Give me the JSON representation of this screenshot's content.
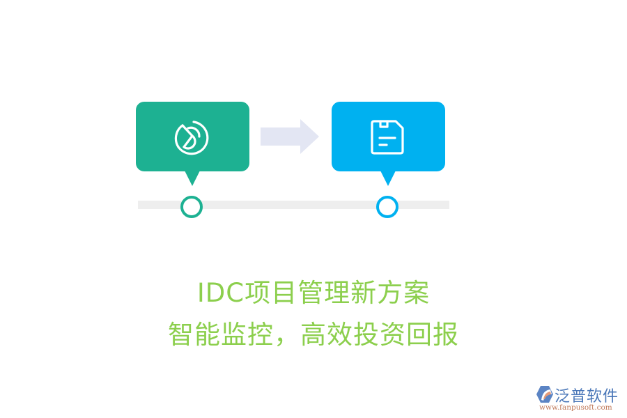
{
  "flow": {
    "steps": [
      {
        "icon": "chart-pie-icon",
        "color": "#1db192"
      },
      {
        "icon": "floppy-disk-icon",
        "color": "#00b1f0"
      }
    ],
    "arrow_color": "#e3e6f3",
    "track_color": "#eeeeee"
  },
  "headline": {
    "line1": "IDC项目管理新方案",
    "line2": "智能监控，高效投资回报",
    "color": "#8ccf4d"
  },
  "logo": {
    "name": "泛普软件",
    "url": "www.fanpusoft.com"
  }
}
